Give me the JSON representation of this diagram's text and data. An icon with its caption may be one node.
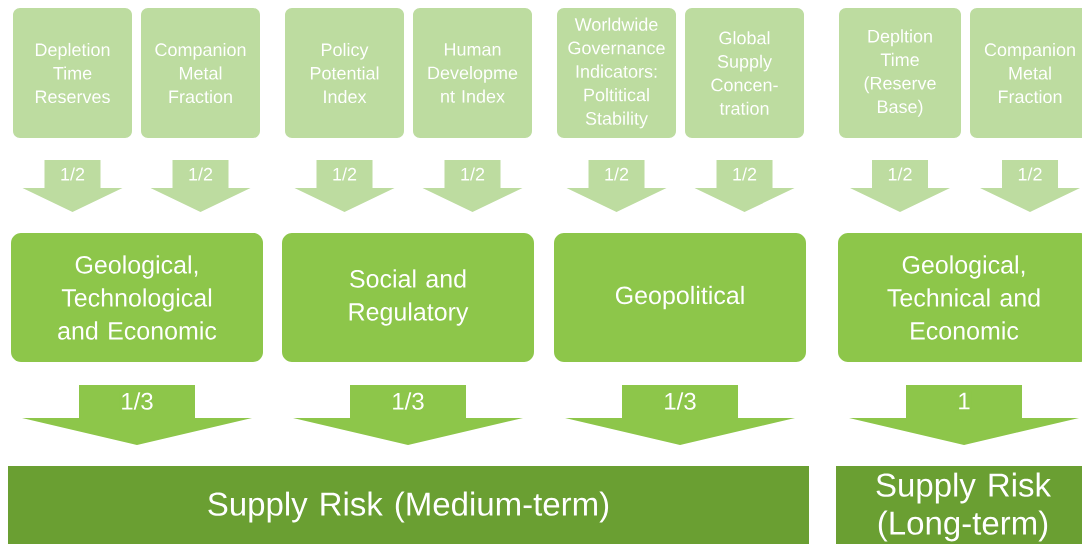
{
  "diagram": {
    "nodes": [
      {
        "text": [
          "Depletion Time Reserves"
        ]
      },
      {
        "text": [
          "Companion Metal Fraction"
        ]
      },
      {
        "text": [
          "Policy Potential Index"
        ]
      },
      {
        "text": [
          "Human Developme nt Index"
        ]
      },
      {
        "text": [
          "Worldwide Governance Indicators: Poltitical Stability"
        ]
      },
      {
        "text": [
          "Global Supply Concen-tration"
        ]
      },
      {
        "text": [
          "Depltion Time (Reserve Base)"
        ]
      },
      {
        "text": [
          "Companion Metal Fraction"
        ]
      },
      {
        "text": [
          "Geological, Technological and Economic"
        ]
      },
      {
        "text": [
          "Social and Regulatory"
        ]
      },
      {
        "text": [
          "Geopolitical"
        ]
      },
      {
        "text": [
          "Geological, Technical and Economic"
        ]
      },
      {
        "text": [
          "Supply Risk (Medium-term)"
        ]
      },
      {
        "text": [
          "Supply Risk (Long-term)"
        ]
      }
    ],
    "edges": [
      {
        "from": 0,
        "to": 8,
        "arrow": "to",
        "label": "1/2"
      },
      {
        "from": 1,
        "to": 8,
        "arrow": "to",
        "label": "1/2"
      },
      {
        "from": 2,
        "to": 9,
        "arrow": "to",
        "label": "1/2"
      },
      {
        "from": 3,
        "to": 9,
        "arrow": "to",
        "label": "1/2"
      },
      {
        "from": 4,
        "to": 10,
        "arrow": "to",
        "label": "1/2"
      },
      {
        "from": 5,
        "to": 10,
        "arrow": "to",
        "label": "1/2"
      },
      {
        "from": 6,
        "to": 11,
        "arrow": "to",
        "label": "1/2"
      },
      {
        "from": 7,
        "to": 11,
        "arrow": "to",
        "label": "1/2"
      },
      {
        "from": 8,
        "to": 12,
        "arrow": "to",
        "label": "1/3"
      },
      {
        "from": 9,
        "to": 12,
        "arrow": "to",
        "label": "1/3"
      },
      {
        "from": 10,
        "to": 12,
        "arrow": "to",
        "label": "1/3"
      },
      {
        "from": 11,
        "to": 13,
        "arrow": "to",
        "label": "1"
      }
    ]
  }
}
